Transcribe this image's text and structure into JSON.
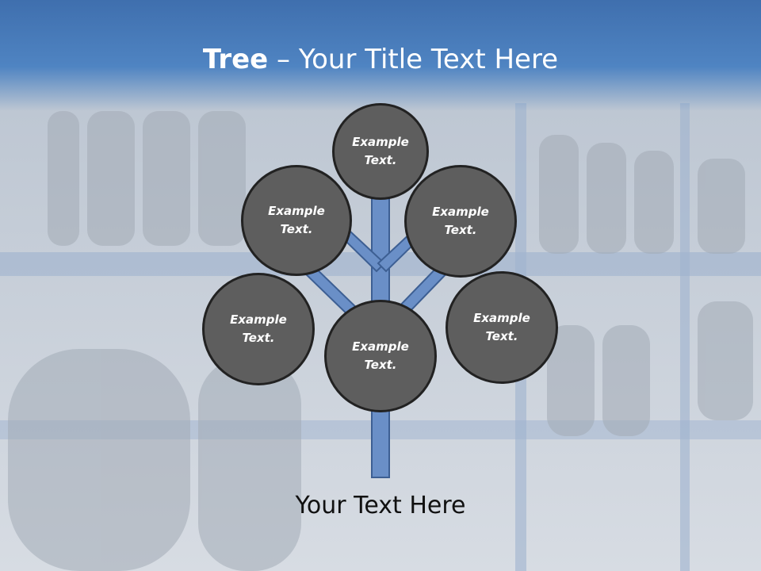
{
  "slide": {
    "title_bold": "Tree",
    "title_rest": " – Your Title Text Here",
    "footer": "Your Text Here"
  },
  "nodes": [
    {
      "id": "top",
      "label": "Example\nText."
    },
    {
      "id": "upper-left",
      "label": "Example\nText."
    },
    {
      "id": "upper-right",
      "label": "Example\nText."
    },
    {
      "id": "lower-left",
      "label": "Example\nText."
    },
    {
      "id": "center",
      "label": "Example\nText."
    },
    {
      "id": "lower-right",
      "label": "Example\nText."
    }
  ],
  "colors": {
    "header": "#4f84c2",
    "branch_fill": "#6a8fc7",
    "branch_stroke": "#3d5f93",
    "node_fill": "#5e5e5e",
    "node_border": "#222222"
  }
}
